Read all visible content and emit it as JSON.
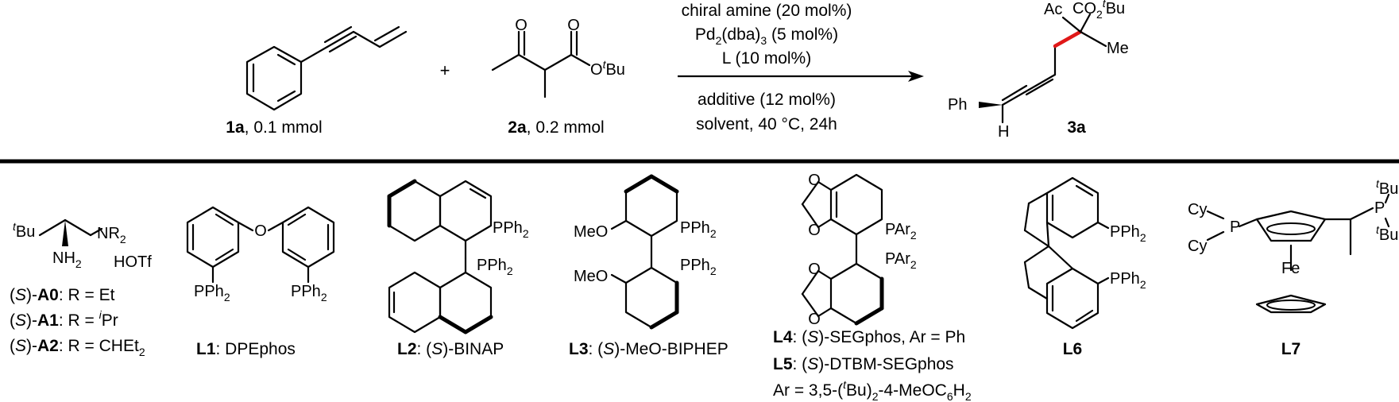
{
  "reaction": {
    "substrate_1_id": "1a",
    "substrate_1_amount": ", 0.1 mmol",
    "plus": "+",
    "substrate_2_id": "2a",
    "substrate_2_amount": ", 0.2 mmol",
    "conditions_above": [
      "chiral amine (20 mol%)",
      "Pd2(dba)3 (5 mol%)",
      "L (10 mol%)"
    ],
    "conditions_below": [
      "additive (12 mol%)",
      "solvent, 40 °C, 24h"
    ],
    "product_id": "3a"
  },
  "atoms": {
    "O": "O",
    "OtBu_prefix": "O",
    "tBu_sup": "t",
    "Bu": "Bu",
    "Ac": "Ac",
    "CO2": "CO",
    "sub2": "2",
    "Me": "Me",
    "Ph": "Ph",
    "H": "H",
    "NR2": "NR",
    "NH2": "NH",
    "HOTf": "HOTf",
    "PPh2": "PPh",
    "PAr2": "PAr",
    "MeO": "MeO",
    "Cy": "Cy",
    "P": "P",
    "Fe": "Fe",
    "sub3": "3",
    "sub6": "6"
  },
  "amines": [
    {
      "prefix": "(",
      "S": "S",
      "mid": ")-",
      "id": "A0",
      "suffix": ": R = Et"
    },
    {
      "prefix": "(",
      "S": "S",
      "mid": ")-",
      "id": "A1",
      "suffix_a": ": R = ",
      "sup": "i",
      "suffix_b": "Pr"
    },
    {
      "prefix": "(",
      "S": "S",
      "mid": ")-",
      "id": "A2",
      "suffix_a": ": R = CHEt",
      "sub": "2"
    }
  ],
  "ligands": {
    "L1": {
      "id": "L1",
      "name": ": DPEphos"
    },
    "L2": {
      "id": "L2",
      "pre": ": (",
      "S": "S",
      "name": ")-BINAP"
    },
    "L3": {
      "id": "L3",
      "pre": ": (",
      "S": "S",
      "name": ")-MeO-BIPHEP"
    },
    "L4": {
      "id": "L4",
      "pre": ": (",
      "S": "S",
      "name": ")-SEGphos, Ar = Ph"
    },
    "L5": {
      "id": "L5",
      "pre": ": (",
      "S": "S",
      "name": ")-DTBM-SEGphos"
    },
    "L5_ar": {
      "a": "Ar = 3,5-(",
      "sup": "t",
      "b": "Bu)",
      "sub1": "2",
      "c": "-4-MeOC",
      "sub2": "6",
      "d": "H",
      "sub3": "2"
    },
    "L6": {
      "id": "L6"
    },
    "L7": {
      "id": "L7"
    }
  }
}
